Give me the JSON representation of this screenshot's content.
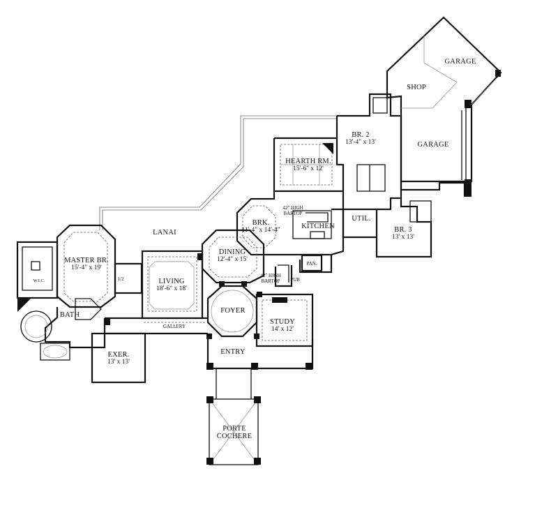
{
  "rooms": {
    "garage_upper": {
      "name": "GARAGE"
    },
    "shop": {
      "name": "SHOP"
    },
    "garage_lower": {
      "name": "GARAGE"
    },
    "br2": {
      "name": "BR. 2",
      "dims": "13'-4\" x 13'"
    },
    "hearth": {
      "name": "HEARTH RM.",
      "dims": "15'-6\" x 12'"
    },
    "brk": {
      "name": "BRK.",
      "dims": "11'-4\" x 14'-4\""
    },
    "kitchen": {
      "name": "KITCHEN"
    },
    "util": {
      "name": "UTIL."
    },
    "br3": {
      "name": "BR. 3",
      "dims": "13' x 13'"
    },
    "lanai": {
      "name": "LANAI"
    },
    "master": {
      "name": "MASTER BR.",
      "dims": "15'-4\" x 19'"
    },
    "dining": {
      "name": "DINING",
      "dims": "12'-4\" x 15'"
    },
    "living": {
      "name": "LIVING",
      "dims": "18'-6\" x 18'"
    },
    "foyer": {
      "name": "FOYER"
    },
    "study": {
      "name": "STUDY",
      "dims": "14' x 12'"
    },
    "bath": {
      "name": "BATH"
    },
    "wic": {
      "name": "W.I.C."
    },
    "half": {
      "name": "1/2"
    },
    "gallery": {
      "name": "GALLERY"
    },
    "exer": {
      "name": "EXER.",
      "dims": "13' x 13'"
    },
    "entry": {
      "name": "ENTRY"
    },
    "porte": {
      "name": "PORTE",
      "name2": "COCHERE"
    },
    "pan": {
      "name": "PAN."
    },
    "pub": {
      "name": "PUB"
    }
  },
  "notes": {
    "bartop_kitchen": {
      "line1": "42\" HIGH",
      "line2": "BARTOP"
    },
    "bartop_dining": {
      "line1": "42\" HIGH",
      "line2": "BARTOP"
    }
  }
}
